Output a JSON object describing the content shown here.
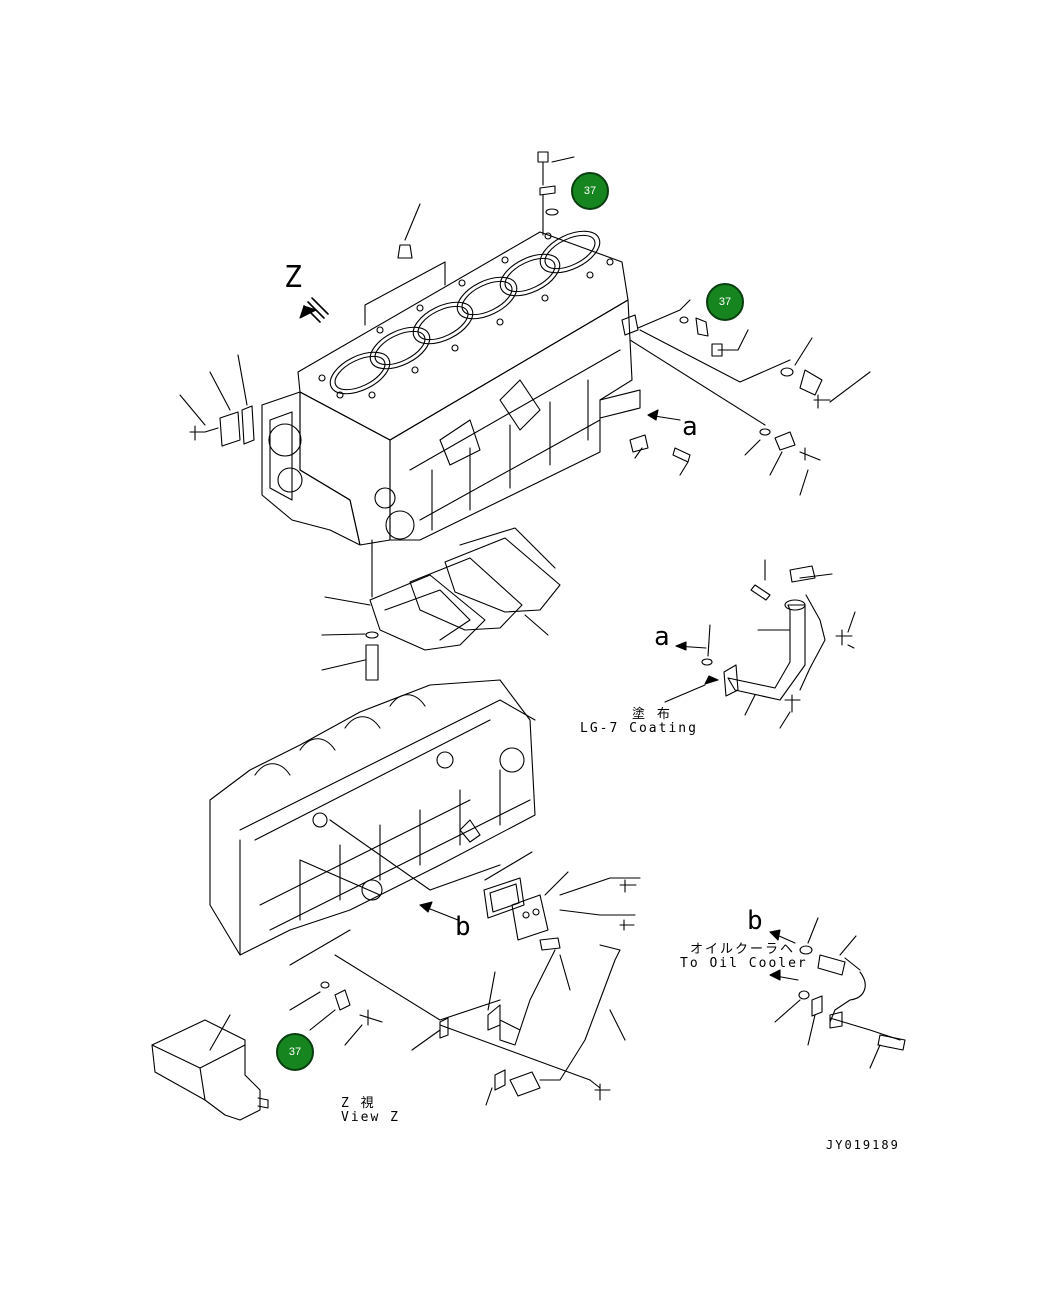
{
  "view_letters": {
    "z": "Z",
    "a_upper": "a",
    "a_lower": "a",
    "b_upper": "b",
    "b_lower": "b"
  },
  "coating": {
    "jp": "塗 布",
    "en": "LG-7 Coating"
  },
  "oil_cooler": {
    "jp": "オイルクーラヘ",
    "en": "To Oil Cooler"
  },
  "view_z": {
    "jp": "Z 視",
    "en": "View Z"
  },
  "drawing_number": "JY019189",
  "callouts": [
    {
      "label": "37"
    },
    {
      "label": "37"
    },
    {
      "label": "37"
    }
  ],
  "colors": {
    "callout_fill": "#16851f",
    "line": "#000000"
  }
}
